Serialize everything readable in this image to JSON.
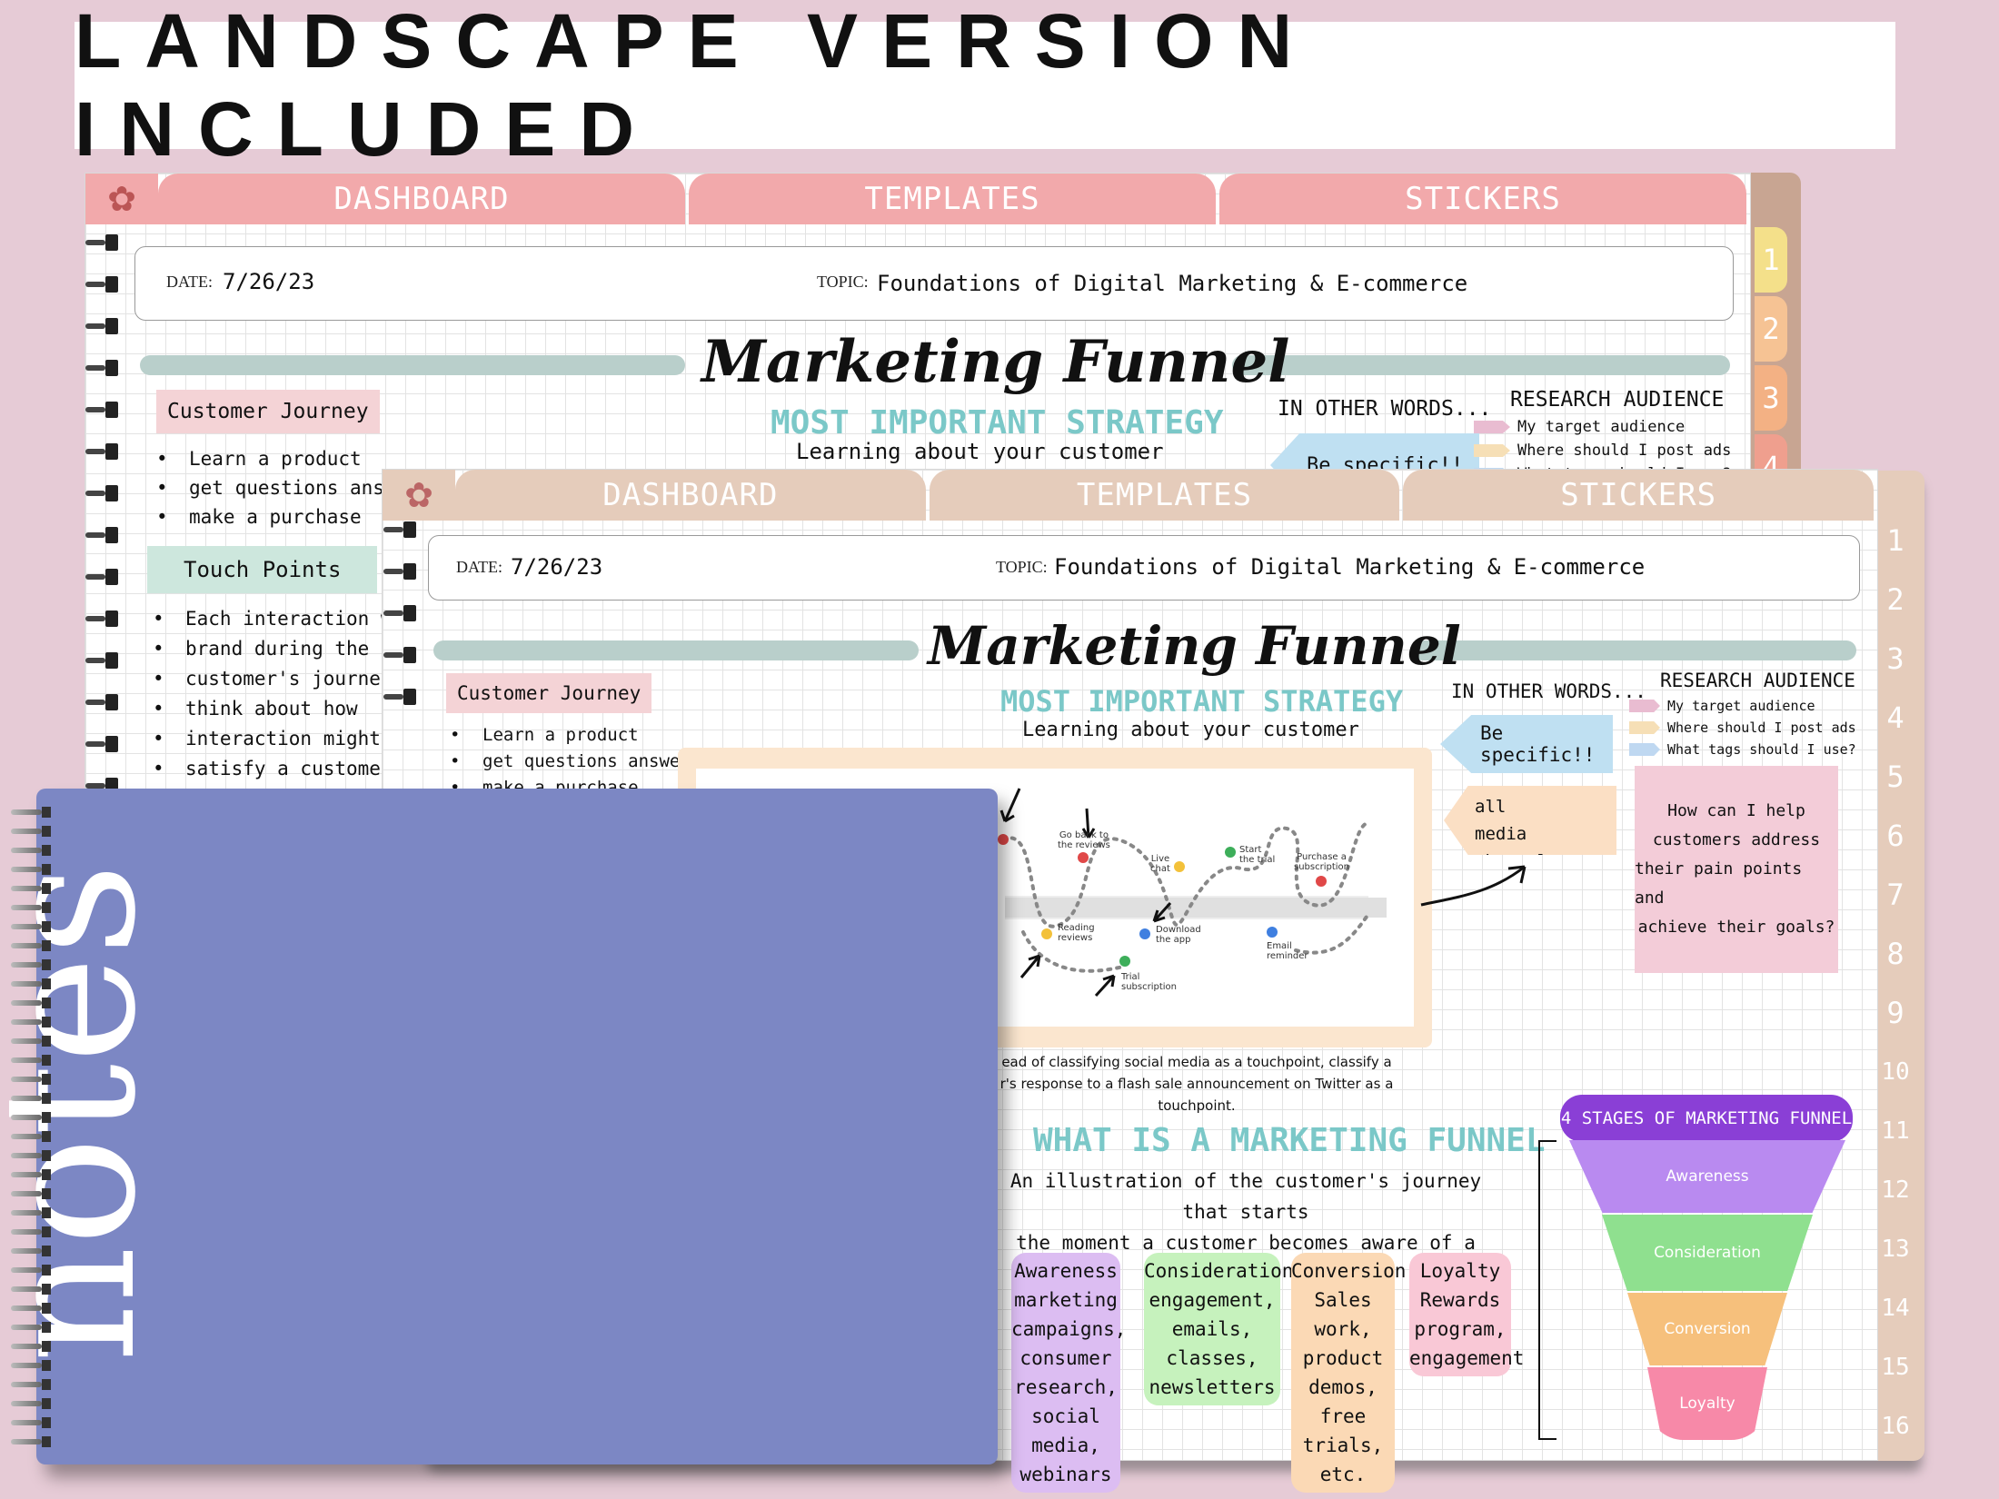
{
  "banner": {
    "text": "LANDSCAPE VERSION INCLUDED"
  },
  "planner": {
    "nav": [
      "DASHBOARD",
      "TEMPLATES",
      "STICKERS"
    ],
    "date_label": "DATE:",
    "date_value": "7/26/23",
    "topic_label": "TOPIC:",
    "topic_value": "Foundations of Digital Marketing & E-commerce",
    "title": "Marketing Funnel",
    "subtitle": "MOST IMPORTANT STRATEGY",
    "subtitle2": "Learning about your customer",
    "customer_journey": {
      "label": "Customer Journey",
      "items": [
        "Learn a product",
        "get questions answered",
        "make a purchase"
      ]
    },
    "touch_points": {
      "label": "Touch Points",
      "items": [
        "Each interaction w/ a",
        "brand during the",
        "customer's journey",
        "think about how",
        "interaction might",
        "satisfy a customer need"
      ]
    },
    "in_other_words": {
      "label": "IN OTHER WORDS...",
      "be_specific": "Be specific!!",
      "define": [
        "Define for all",
        "media channels"
      ]
    },
    "research": {
      "label": "RESEARCH AUDIENCE",
      "items": [
        "My target audience",
        "Where should I post ads",
        "What tags should I use?"
      ]
    },
    "pain_points": [
      "How can I help",
      "customers address",
      "their pain points and",
      "achieve their goals?"
    ],
    "side_tabs_back": [
      "1",
      "2",
      "3",
      "4"
    ],
    "side_tabs_front": [
      "1",
      "2",
      "3",
      "4",
      "5",
      "6",
      "7",
      "8",
      "9",
      "10",
      "11",
      "12",
      "13",
      "14",
      "15",
      "16"
    ],
    "journey_points": [
      {
        "label": "Go back to\nthe reviews"
      },
      {
        "label": "Live\nchat"
      },
      {
        "label": "Start\nthe trial"
      },
      {
        "label": "Purchase a\nsubscription"
      },
      {
        "label": "Reading\nreviews"
      },
      {
        "label": "Download\nthe app"
      },
      {
        "label": "Email\nreminder"
      },
      {
        "label": "Trial\nsubscription"
      }
    ],
    "touch_note": [
      "ead of classifying social media as a touchpoint, classify a",
      "r's response to a flash sale announcement on Twitter as a",
      "touchpoint."
    ],
    "what_is": {
      "heading": "WHAT IS A MARKETING FUNNEL",
      "lines": [
        "An illustration of the customer's journey that starts",
        "the moment a customer becomes aware of a brand"
      ]
    },
    "stages_blobs": [
      {
        "lines": [
          "Awareness",
          "marketing",
          "campaigns,",
          "consumer",
          "research,",
          "social media,",
          "webinars"
        ],
        "color": "#dcbdf2"
      },
      {
        "lines": [
          "Consideration",
          "engagement,",
          "emails,",
          "classes,",
          "newsletters"
        ],
        "color": "#c6f2bd"
      },
      {
        "lines": [
          "Conversion",
          "Sales work,",
          "product",
          "demos,",
          "free trials,",
          "etc."
        ],
        "color": "#fbd9b5"
      },
      {
        "lines": [
          "Loyalty",
          "Rewards",
          "program,",
          "engagement"
        ],
        "color": "#f9c8d6"
      }
    ],
    "funnel": {
      "title": "4 STAGES OF MARKETING FUNNEL",
      "layers": [
        "Awareness",
        "Consideration",
        "Conversion",
        "Loyalty"
      ]
    }
  },
  "cover": {
    "word": "notes"
  },
  "colors": {
    "pink": "#f2a9ab",
    "beige": "#e5ccbb",
    "cover": "#7c87c4",
    "teal": "#7bc8c8"
  }
}
